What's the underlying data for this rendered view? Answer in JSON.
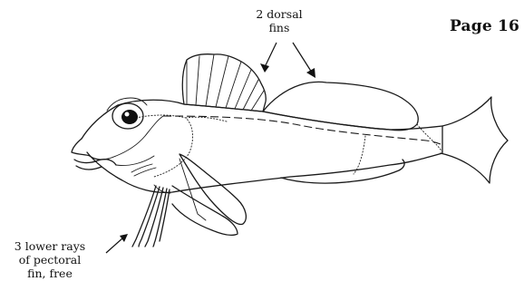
{
  "page_label": "Page 16",
  "annotations": {
    "dorsal_fins": [
      "2 dorsal",
      "fins"
    ],
    "pectoral_rays": [
      "3 lower rays",
      "of pectoral",
      "fin, free"
    ]
  },
  "colors": {
    "ink": "#1a1a1a",
    "background": "#ffffff"
  }
}
